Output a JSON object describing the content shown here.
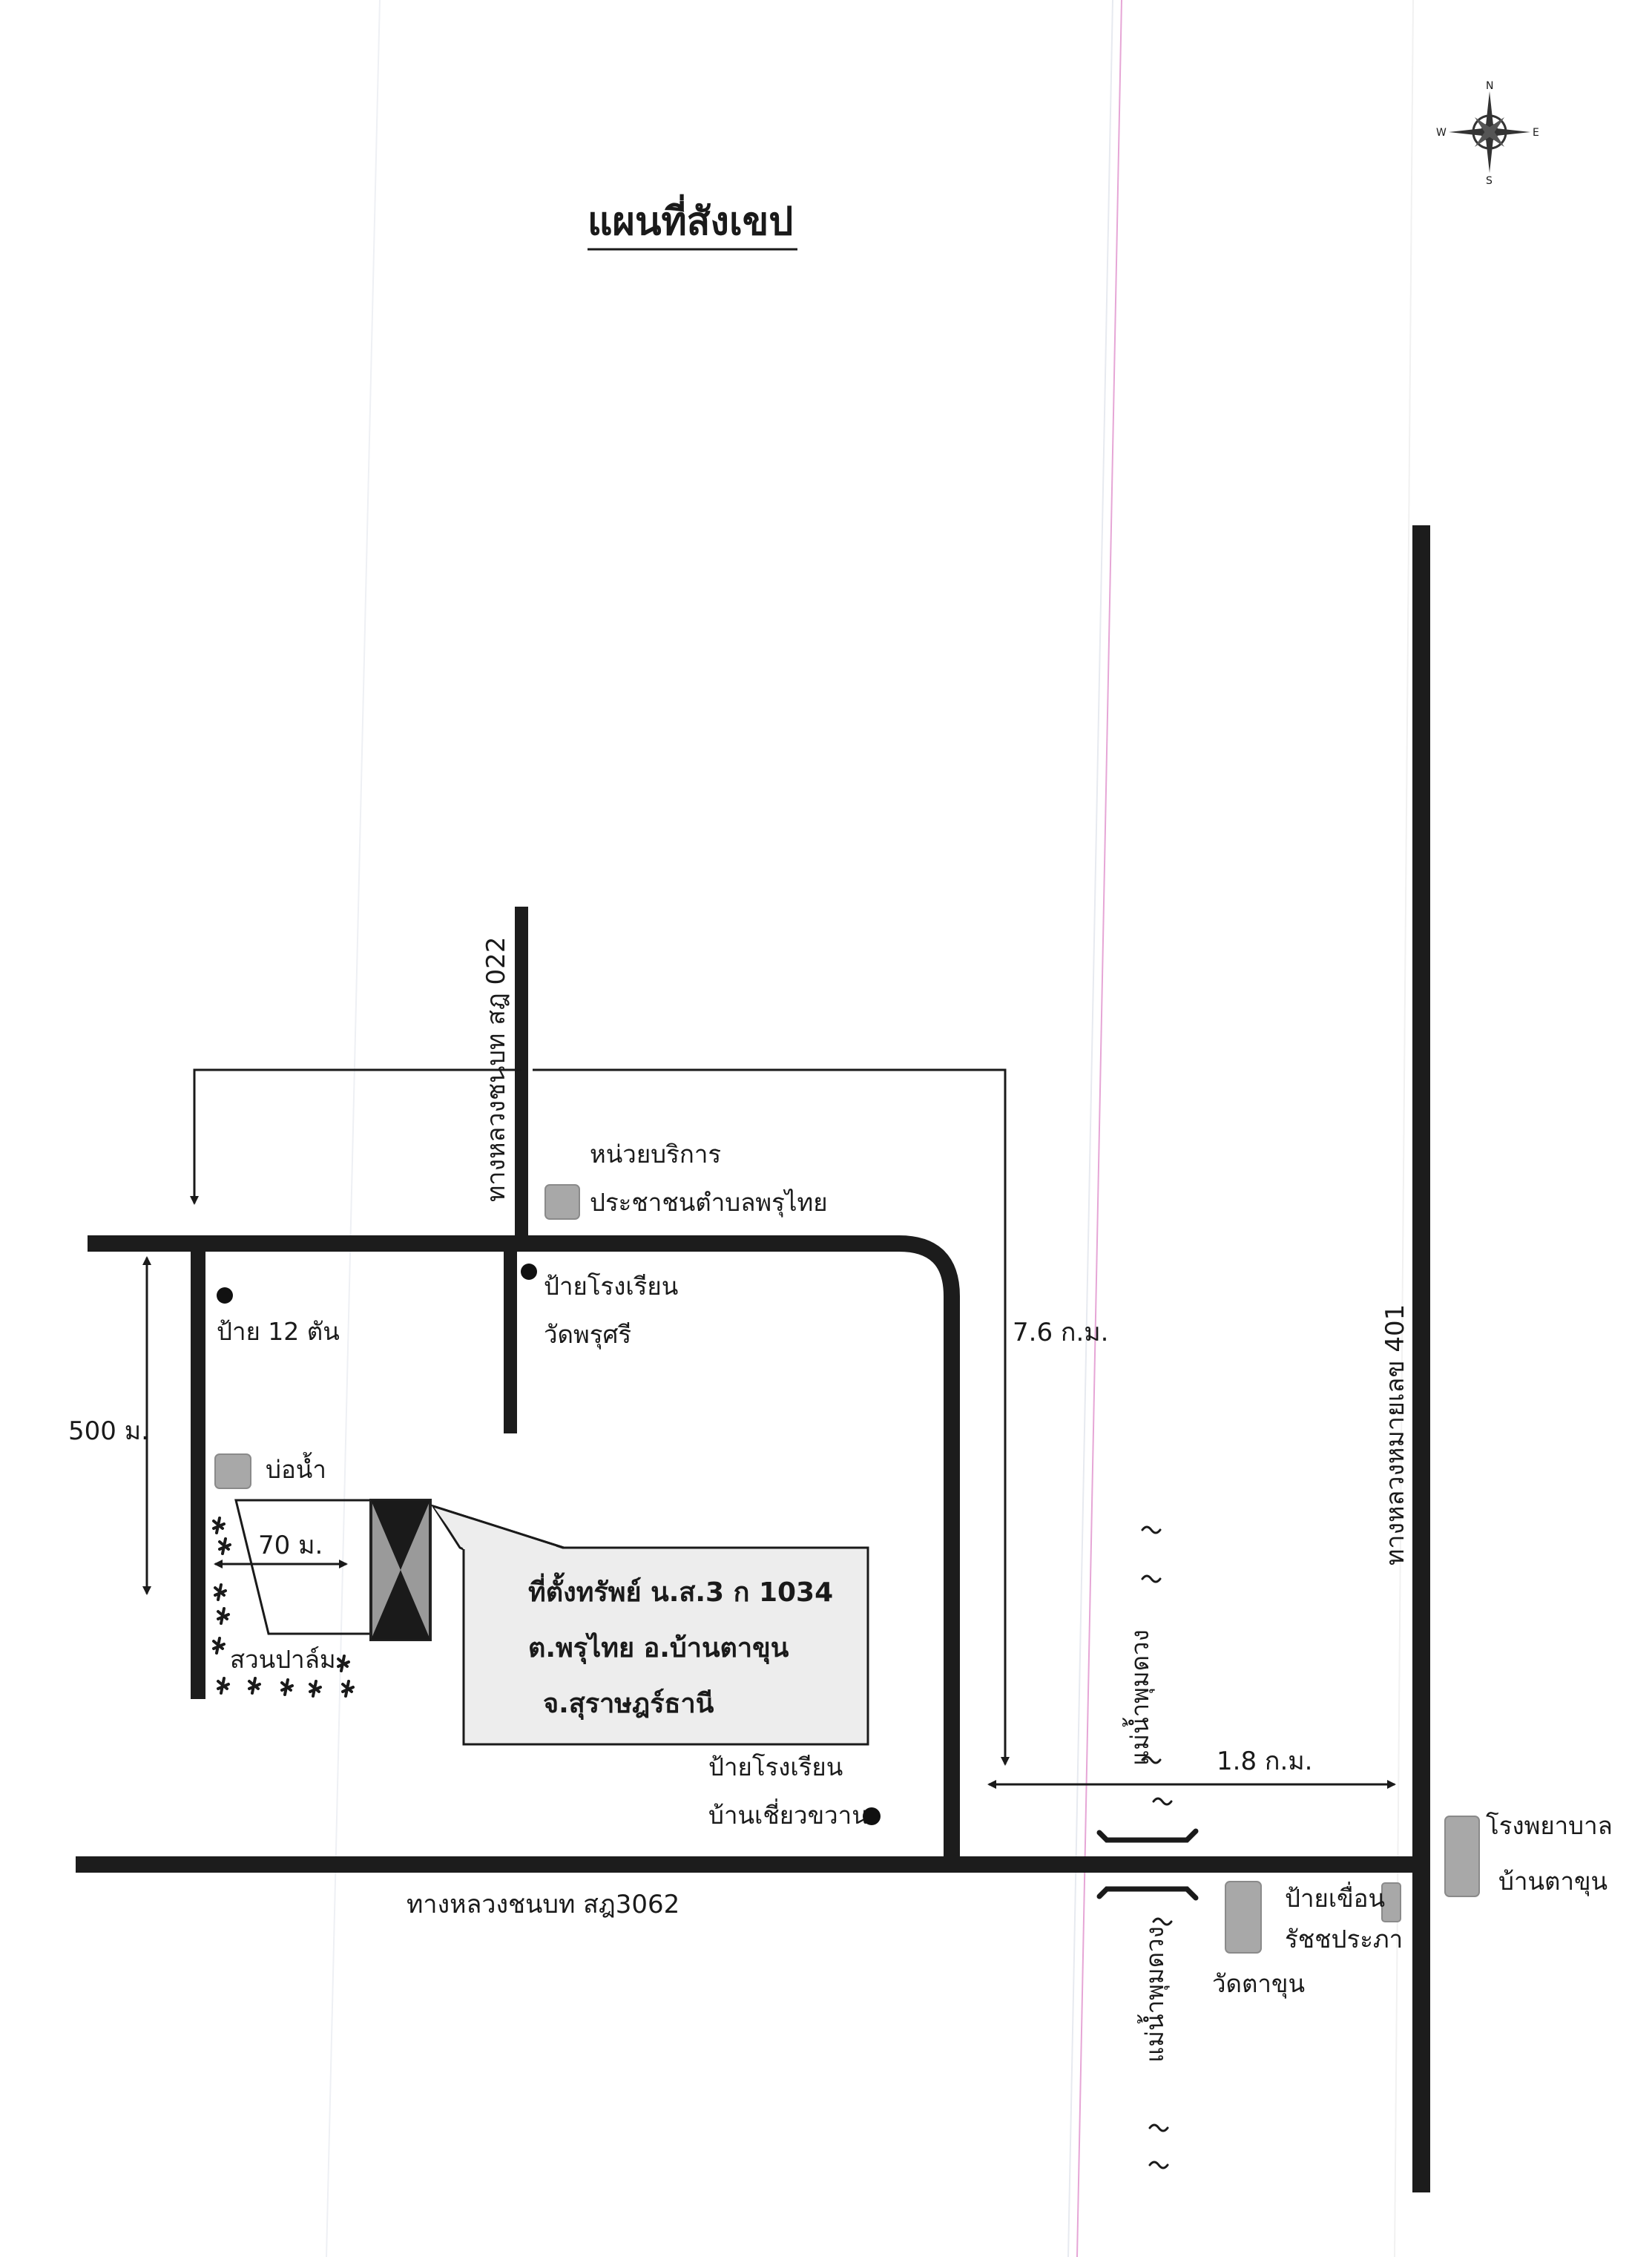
{
  "title": "แผนที่สังเขป",
  "compass": {
    "icon": "compass-rose-icon",
    "n": "N",
    "s": "S",
    "e": "E",
    "w": "W"
  },
  "roads": {
    "local_022": "ทางหลวงชนบท สฎ 022",
    "highway_401": "ทางหลวงหมายเลข 401",
    "local_3062": "ทางหลวงชนบท สฎ3062"
  },
  "distances": {
    "d500": "500 ม.",
    "d70": "70 ม.",
    "d7_6": "7.6 ก.ม.",
    "d1_8": "1.8 ก.ม."
  },
  "landmarks": {
    "service_unit_line1": "หน่วยบริการ",
    "service_unit_line2": "ประชาชนตำบลพรุไทย",
    "sign_12_ton": "ป้าย 12 ตัน",
    "school_wat_line1": "ป้ายโรงเรียน",
    "school_wat_line2": "วัดพรุศรี",
    "pond": "บ่อน้ำ",
    "palm_garden": "สวนปาล์ม",
    "school_ban_line1": "ป้ายโรงเรียน",
    "school_ban_line2": "บ้านเชี่ยวขวาน",
    "dam_sign_line1": "ป้ายเขื่อน",
    "dam_sign_line2": "รัชชประภา",
    "wat_ta_khun": "วัดตาขุน",
    "hospital_line1": "โรงพยาบาล",
    "hospital_line2": "บ้านตาขุน"
  },
  "river": {
    "north_label": "แม่น้ำพุมดวง",
    "south_label": "แม่น้ำพุมดวง"
  },
  "property": {
    "line1": "ที่ตั้งทรัพย์ น.ส.3 ก 1034",
    "line2": "ต.พรุไทย อ.บ้านตาขุน",
    "line3": "จ.สุราษฎร์ธานี"
  },
  "colors": {
    "road": "#1c1c1c",
    "building": "#a8a8a8",
    "building_stroke": "#8a8a8a",
    "property_box": "#ededed"
  }
}
